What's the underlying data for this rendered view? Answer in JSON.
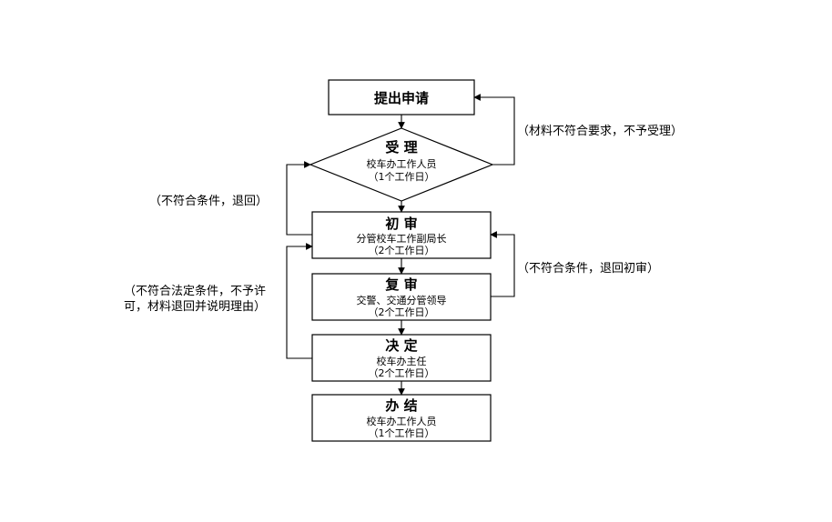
{
  "flowchart": {
    "steps": [
      {
        "title": "提出申请"
      },
      {
        "title": "受 理",
        "handler": "校车办工作人员",
        "duration": "（1个工作日）"
      },
      {
        "title": "初 审",
        "handler": "分管校车工作副局长",
        "duration": "（2个工作日）"
      },
      {
        "title": "复 审",
        "handler": "交警、交通分管领导",
        "duration": "（2个工作日）"
      },
      {
        "title": "决 定",
        "handler": "校车办主任",
        "duration": "（2个工作日）"
      },
      {
        "title": "办 结",
        "handler": "校车办工作人员",
        "duration": "（1个工作日）"
      }
    ],
    "loops": {
      "material_reject": "（材料不符合要求，不予受理）",
      "return_from_first": "（不符合条件，退回）",
      "return_to_first": "（不符合条件，退回初审）",
      "legal_reject": "（不符合法定条件，不予许可，材料退回并说明理由）"
    }
  }
}
